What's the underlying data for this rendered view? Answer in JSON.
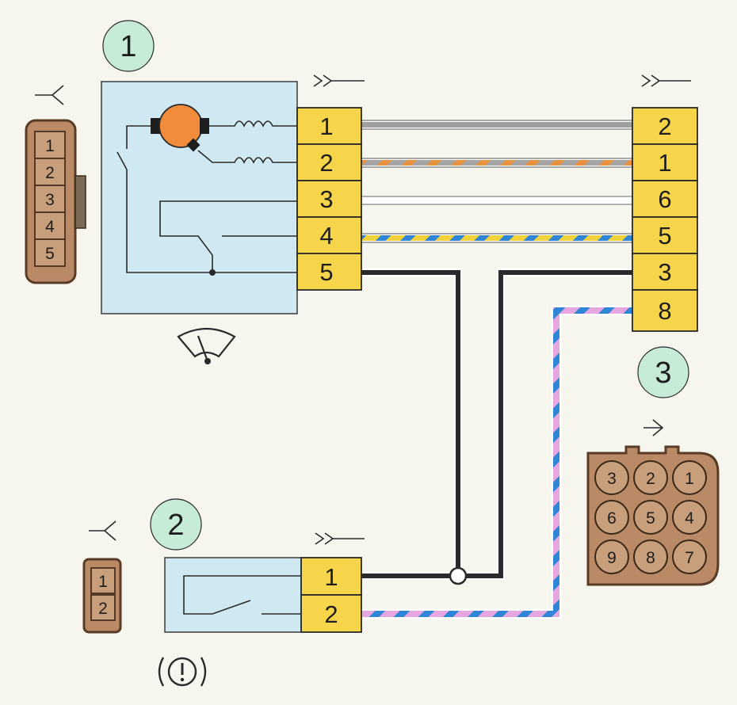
{
  "diagram": {
    "components": [
      {
        "id": "1",
        "callout": "1",
        "name": "wiper-motor-unit",
        "pins": [
          "1",
          "2",
          "3",
          "4",
          "5"
        ],
        "plug_view_pins": [
          "1",
          "2",
          "3",
          "4",
          "5"
        ]
      },
      {
        "id": "2",
        "callout": "2",
        "name": "warning-switch",
        "pins": [
          "1",
          "2"
        ],
        "plug_view_pins": [
          "1",
          "2"
        ],
        "symbol": "(!)"
      },
      {
        "id": "3",
        "callout": "3",
        "name": "harness-connector",
        "pins": [
          "2",
          "1",
          "6",
          "5",
          "3",
          "8"
        ],
        "plug_view_rows": [
          [
            "3",
            "2",
            "1"
          ],
          [
            "6",
            "5",
            "4"
          ],
          [
            "9",
            "8",
            "7"
          ]
        ]
      }
    ],
    "wires": [
      {
        "from": "1.1",
        "to": "3.2",
        "colors": [
          "#9a9a9a",
          "#ffffff"
        ]
      },
      {
        "from": "1.2",
        "to": "3.1",
        "colors": [
          "#e8923f",
          "#9a9a9a",
          "#ffffff"
        ]
      },
      {
        "from": "1.3",
        "to": "3.6",
        "colors": [
          "#ffffff"
        ]
      },
      {
        "from": "1.4",
        "to": "3.5",
        "colors": [
          "#2f86d6",
          "#f2d23a"
        ]
      },
      {
        "from": "1.5",
        "to": "2.1",
        "colors": [
          "#2a2a2a"
        ]
      },
      {
        "from": "3.3",
        "to": "2.1",
        "colors": [
          "#2a2a2a"
        ]
      },
      {
        "from": "3.8",
        "to": "2.2",
        "colors": [
          "#2f86d6",
          "#e6a6e0"
        ]
      }
    ],
    "colors": {
      "component_fill": "#cfe8f2",
      "pin_fill": "#f6d54a",
      "callout_fill": "#c6ecd8",
      "plug_fill": "#c89e7b",
      "motor": "#f08c3c"
    }
  }
}
